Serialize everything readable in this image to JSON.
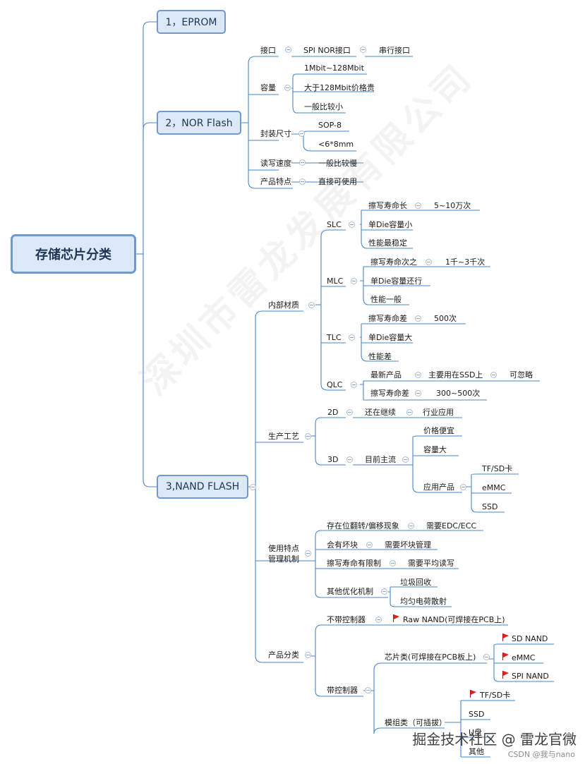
{
  "root": "存储芯片分类",
  "branches": {
    "eprom": "1，EPROM",
    "nor": "2，NOR Flash",
    "nand": "3,NAND FLASH"
  },
  "nor": {
    "iface": "接口",
    "iface_a": "SPI NOR接口",
    "iface_b": "串行接口",
    "cap": "容量",
    "cap_1": "1Mbit~128Mbit",
    "cap_2": "大于128Mbit价格贵",
    "cap_3": "一般比较小",
    "pkg": "封装尺寸",
    "pkg_1": "SOP-8",
    "pkg_2": "<6*8mm",
    "rw": "读写速度",
    "rw_1": "一般比较慢",
    "feat": "产品特点",
    "feat_1": "直接可使用"
  },
  "nand": {
    "material": "内部材质",
    "slc": "SLC",
    "slc_1": "擦写寿命长",
    "slc_1a": "5~10万次",
    "slc_2": "单Die容量小",
    "slc_3": "性能最稳定",
    "mlc": "MLC",
    "mlc_1": "擦写寿命次之",
    "mlc_1a": "1千~3千次",
    "mlc_2": "单Die容量还行",
    "mlc_3": "性能一般",
    "tlc": "TLC",
    "tlc_1": "擦写寿命差",
    "tlc_1a": "500次",
    "tlc_2": "单Die容量大",
    "tlc_3": "性能差",
    "qlc": "QLC",
    "qlc_1": "最新产品",
    "qlc_1a": "主要用在SSD上",
    "qlc_1b": "可忽略",
    "qlc_2": "擦写寿命差",
    "qlc_2a": "300~500次",
    "process": "生产工艺",
    "p2d": "2D",
    "p2d_1": "还在继续",
    "p2d_2": "行业应用",
    "p3d": "3D",
    "p3d_1": "目前主流",
    "p3d_a": "价格便宜",
    "p3d_b": "容量大",
    "p3d_c": "应用产品",
    "p3d_c1": "TF/SD卡",
    "p3d_c2": "eMMC",
    "p3d_c3": "SSD",
    "usage_l1": "使用特点",
    "usage_l2": "管理机制",
    "u1": "存在位翻转/偏移现象",
    "u1a": "需要EDC/ECC",
    "u2": "会有坏块",
    "u2a": "需要坏块管理",
    "u3": "擦写寿命有限制",
    "u3a": "需要平均读写",
    "u4": "其他优化机制",
    "u4a": "垃圾回收",
    "u4b": "均匀电荷散射",
    "prod": "产品分类",
    "nc": "不带控制器",
    "nc_1": "Raw NAND(可焊接在PCB上)",
    "wc": "带控制器",
    "chip": "芯片类(可焊接在PCB板上)",
    "chip_1": "SD NAND",
    "chip_2": "eMMC",
    "chip_3": "SPI NAND",
    "mod": "模组类（可插拔）",
    "mod_1": "TF/SD卡",
    "mod_2": "SSD",
    "mod_3": "U盘",
    "mod_4": "其他"
  },
  "watermark": "深圳市雷龙发展有限公司",
  "footer": "掘金技术社区 @ 雷龙官微",
  "csdn": "CSDN @我与nano",
  "colors": {
    "line": "#4a86c8",
    "box_fill": "#dbe8f6",
    "box_border": "#6f99cf",
    "flag": "#e02020"
  }
}
